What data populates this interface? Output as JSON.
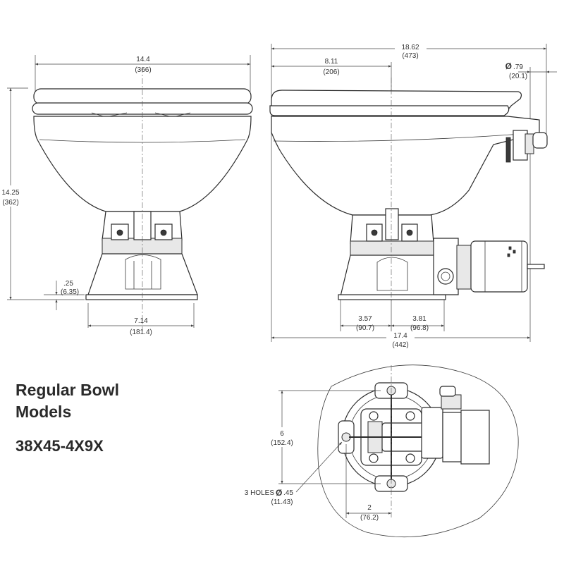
{
  "title": {
    "line1": "Regular Bowl",
    "line2": "Models",
    "model": "38X45-4X9X"
  },
  "front_view": {
    "width": {
      "in": "14.4",
      "mm": "(366)"
    },
    "height": {
      "in": "14.25",
      "mm": "(362)"
    },
    "base_offset": {
      "in": ".25",
      "mm": "(6.35)"
    },
    "base_width": {
      "in": "7.14",
      "mm": "(181.4)"
    }
  },
  "side_view": {
    "overall_length": {
      "in": "18.62",
      "mm": "(473)"
    },
    "seat_to_center": {
      "in": "8.11",
      "mm": "(206)"
    },
    "hose_diameter": {
      "symbol": "Ø",
      "in": ".79",
      "mm": "(20.1)"
    },
    "rear_offset": {
      "in": "3.57",
      "mm": "(90.7)"
    },
    "front_offset": {
      "in": "3.81",
      "mm": "(96.8)"
    },
    "base_length": {
      "in": "17.4",
      "mm": "(442)"
    }
  },
  "bottom_view": {
    "hole_spacing": {
      "in": "6",
      "mm": "(152.4)"
    },
    "holes": {
      "label": "3 HOLES",
      "symbol": "Ø",
      "in": ".45",
      "mm": "(11.43)"
    },
    "hole_offset": {
      "in": "2",
      "mm": "(76.2)"
    }
  }
}
